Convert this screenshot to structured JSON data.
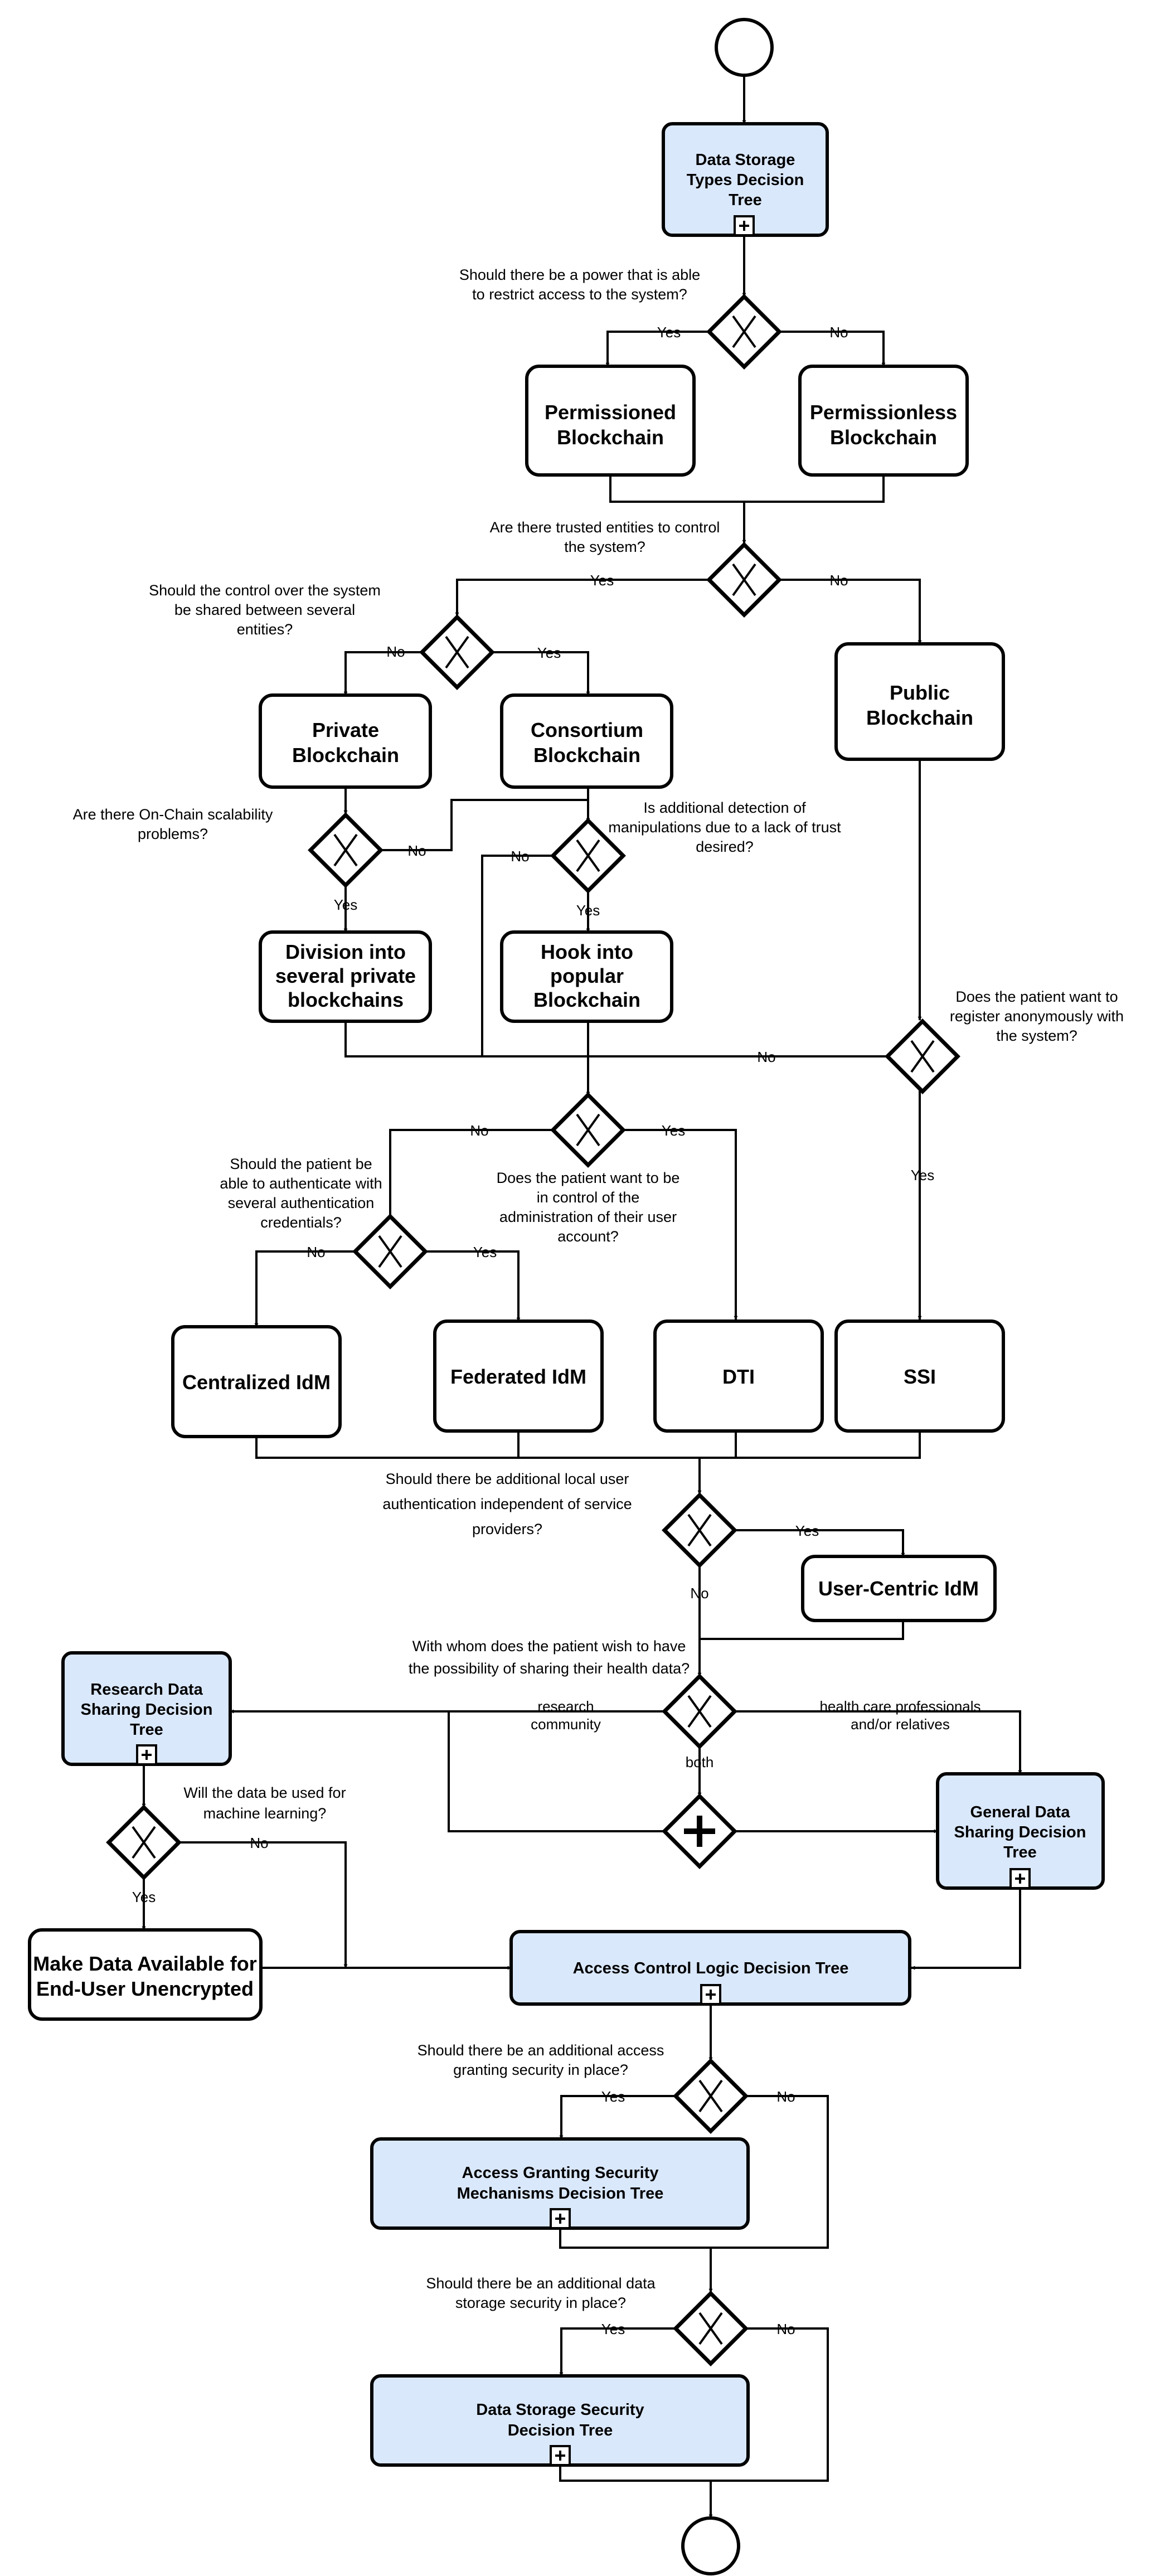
{
  "nodes": {
    "dst": [
      "Data Storage",
      "Types Decision",
      "Tree"
    ],
    "permissioned": [
      "Permissioned",
      "Blockchain"
    ],
    "permissionless": [
      "Permissionless",
      "Blockchain"
    ],
    "public": [
      "Public",
      "Blockchain"
    ],
    "private": [
      "Private",
      "Blockchain"
    ],
    "consortium": [
      "Consortium",
      "Blockchain"
    ],
    "division": [
      "Division into",
      "several private",
      "blockchains"
    ],
    "hook": [
      "Hook into",
      "popular",
      "Blockchain"
    ],
    "centralized": [
      "Centralized IdM"
    ],
    "federated": [
      "Federated IdM"
    ],
    "dti": [
      "DTI"
    ],
    "ssi": [
      "SSI"
    ],
    "usercentric": [
      "User-Centric IdM"
    ],
    "research": [
      "Research Data",
      "Sharing Decision",
      "Tree"
    ],
    "general": [
      "General Data",
      "Sharing Decision",
      "Tree"
    ],
    "makedata": [
      "Make Data Available for",
      "End-User Unencrypted"
    ],
    "acl": [
      "Access Control Logic Decision Tree"
    ],
    "ags": [
      "Access Granting Security",
      "Mechanisms Decision Tree"
    ],
    "dss": [
      "Data Storage Security",
      "Decision Tree"
    ]
  },
  "questions": {
    "q1": [
      "Should there be a power that is able",
      "to restrict access to the system?"
    ],
    "q2": [
      "Are there trusted entities to control",
      "the system?"
    ],
    "q3": [
      "Should the control over the system",
      "be shared between several",
      "entities?"
    ],
    "q4": [
      "Are there On-Chain scalability",
      "problems?"
    ],
    "q5": [
      "Is additional detection of",
      "manipulations due to a lack of trust",
      "desired?"
    ],
    "q6": [
      "Does the patient want to",
      "register anonymously with",
      "the system?"
    ],
    "q7": [
      "Does the patient want to be",
      "in control of the",
      "administration of their user",
      "account?"
    ],
    "q8": [
      "Should the patient be",
      "able to authenticate with",
      "several authentication",
      "credentials?"
    ],
    "q9": [
      "Should there be additional local user",
      "authentication independent of service",
      "providers?"
    ],
    "q10": [
      "With whom does the patient wish to have",
      "the possibility of sharing their health data?"
    ],
    "q11": [
      "Will the data be used for",
      "machine learning?"
    ],
    "q12": [
      "Should there be an additional access",
      "granting security in place?"
    ],
    "q13": [
      "Should there be an additional data",
      "storage security in place?"
    ]
  },
  "labels": {
    "q1_yes": "Yes",
    "q1_no": "No",
    "q2_yes": "Yes",
    "q2_no": "No",
    "q3_no": "No",
    "q3_yes": "Yes",
    "q4_no": "No",
    "q4_yes": "Yes",
    "q5_no": "No",
    "q5_yes": "Yes",
    "q6_no": "No",
    "q6_yes": "Yes",
    "q7_no": "No",
    "q7_yes": "Yes",
    "q8_no": "No",
    "q8_yes": "Yes",
    "q9_yes": "Yes",
    "q9_no": "No",
    "q10_research": [
      "research",
      "community"
    ],
    "q10_hcp": [
      "health care professionals",
      "and/or relatives"
    ],
    "q10_both": "both",
    "q11_no": "No",
    "q11_yes": "Yes",
    "q12_yes": "Yes",
    "q12_no": "No",
    "q13_yes": "Yes",
    "q13_no": "No"
  }
}
